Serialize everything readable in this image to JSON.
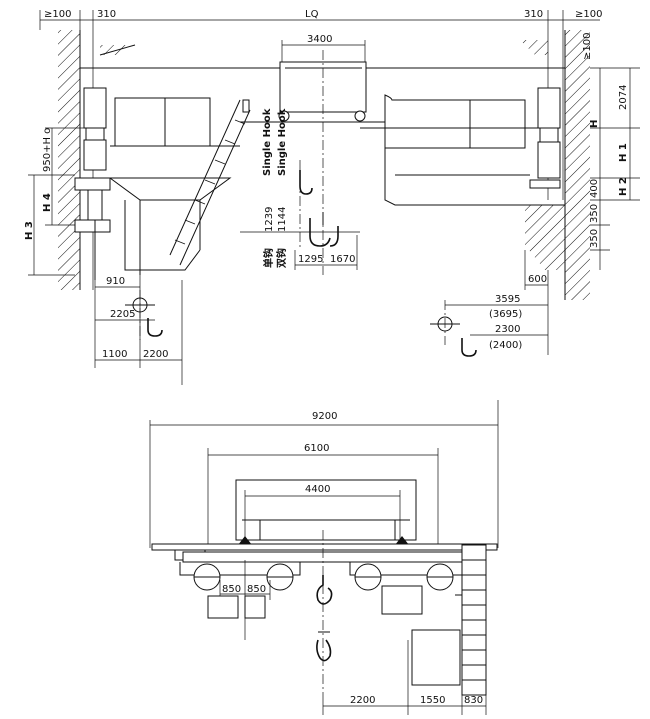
{
  "top_view": {
    "dims": {
      "gap_left": "≥100",
      "left_310": "310",
      "span": "LQ",
      "right_310": "310",
      "gap_right": "≥100",
      "gap_right_v": "≥100",
      "trolley_3400": "3400",
      "h_2074": "2074",
      "h_label": "H",
      "h1_label": "H 1",
      "h2_label": "H 2",
      "h_400": "400",
      "h_350a": "350",
      "h_350b": "350",
      "h0_label": "950+H o",
      "h4_label": "H 4",
      "h3_label": "H 3",
      "dim_1239": "1239",
      "dim_1144": "1144",
      "dim_1295": "1295",
      "dim_1670": "1670",
      "dim_910": "910",
      "dim_2205": "2205",
      "dim_1100": "1100",
      "dim_2200": "2200",
      "dim_600": "600",
      "dim_3595": "3595",
      "dim_3695": "(3695)",
      "dim_2300": "2300",
      "dim_2400": "(2400)"
    },
    "hook_text": {
      "single_hook_1": "Single Hook",
      "single_hook_2": "Single Hook",
      "cn_single": "单钩",
      "cn_double": "双钩"
    }
  },
  "bottom_view": {
    "dims": {
      "overall_9200": "9200",
      "wheelbase_6100": "6100",
      "trolley_4400": "4400",
      "dim_850a": "850",
      "dim_850b": "850",
      "dim_2200": "2200",
      "dim_1550": "1550",
      "dim_830": "830"
    }
  }
}
